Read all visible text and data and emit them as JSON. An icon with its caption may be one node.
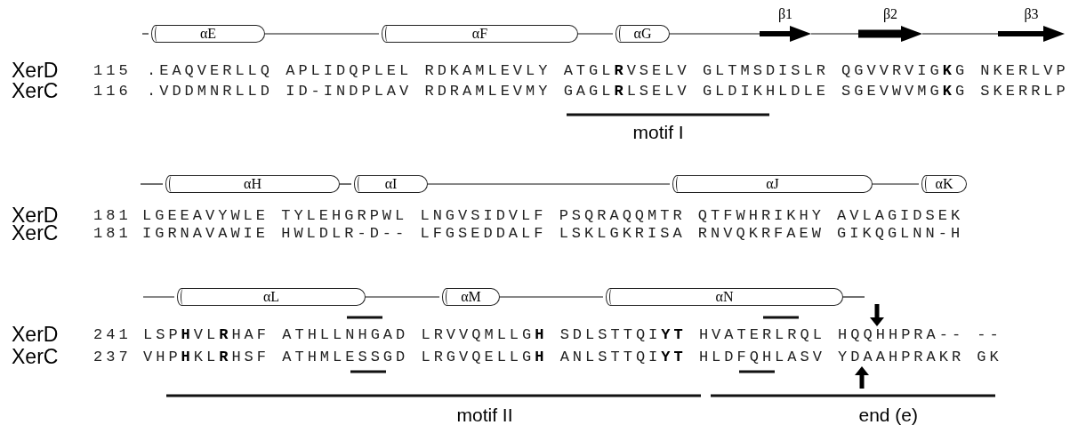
{
  "diagram": {
    "nodes": [
      {
        "text": [
          "αE"
        ]
      },
      {
        "text": [
          "αF"
        ]
      },
      {
        "text": [
          "αG"
        ]
      },
      {
        "text": [
          "β1"
        ]
      },
      {
        "text": [
          "β2"
        ]
      },
      {
        "text": [
          "β3"
        ]
      },
      {
        "text": [
          "αH"
        ]
      },
      {
        "text": [
          "αI"
        ]
      },
      {
        "text": [
          "αJ"
        ]
      },
      {
        "text": [
          "αK"
        ]
      },
      {
        "text": [
          "αL"
        ]
      },
      {
        "text": [
          "αM"
        ]
      },
      {
        "text": [
          "αN"
        ]
      }
    ],
    "edges": [
      {
        "from": null,
        "to": 0,
        "arrow": "none"
      },
      {
        "from": 0,
        "to": 1,
        "arrow": "none"
      },
      {
        "from": 1,
        "to": 2,
        "arrow": "none"
      },
      {
        "from": 2,
        "to": 3,
        "arrow": "none"
      },
      {
        "from": 3,
        "to": 4,
        "arrow": "none"
      },
      {
        "from": 4,
        "to": 5,
        "arrow": "none"
      },
      {
        "from": null,
        "to": 6,
        "arrow": "none"
      },
      {
        "from": 6,
        "to": 7,
        "arrow": "none"
      },
      {
        "from": 7,
        "to": 8,
        "arrow": "none"
      },
      {
        "from": 8,
        "to": 9,
        "arrow": "none"
      },
      {
        "from": null,
        "to": 10,
        "arrow": "none"
      },
      {
        "from": 10,
        "to": 11,
        "arrow": "none"
      },
      {
        "from": 11,
        "to": 12,
        "arrow": "none"
      },
      {
        "from": 12,
        "to": null,
        "arrow": "none"
      }
    ],
    "labels": [
      "XerD",
      "115",
      ".EAQVERLLQ APLIDQPLEL RDKAMLEVLY ATGL**R**VSELV GLTMSDISLR QGVVRVIG**K**G NKERLVP",
      "XerC",
      "116",
      ".VDDMNRLLD ID-INDPLAV RDRAMLEVMY GAGL**R**LSELV GLDIKHLDLE SGEVWVMG**K**G SKERRLP",
      "motif I",
      "XerD",
      "181",
      "LGEEAVYWLE TYLEHGRPWL LNGVSIDVLF PSQRAQQMTR QTFWHRIKHY AVLAGIDSEK",
      "XerC",
      "181",
      "IGRNAVAWIE HWLDLR-D-- LFGSEDDALF LSKLGKRISA RNVQKRFAEW GIKQGLNN-H",
      "XerD",
      "241",
      "LSP**H**VL**R**HAF ATHLLNHGAD LRVVQMLLG**H** SDLSTTQI**YT** HVATERLRQL HQQHHPRA-- --",
      "XerC",
      "237",
      "VHP**H**KL**R**HSF ATHMLESSGD LRGVQELLG**H** ANLSTTQI**YT** HLDFQHLASV YDAAHPRAKR GK",
      "motif II",
      "end (e)"
    ]
  }
}
